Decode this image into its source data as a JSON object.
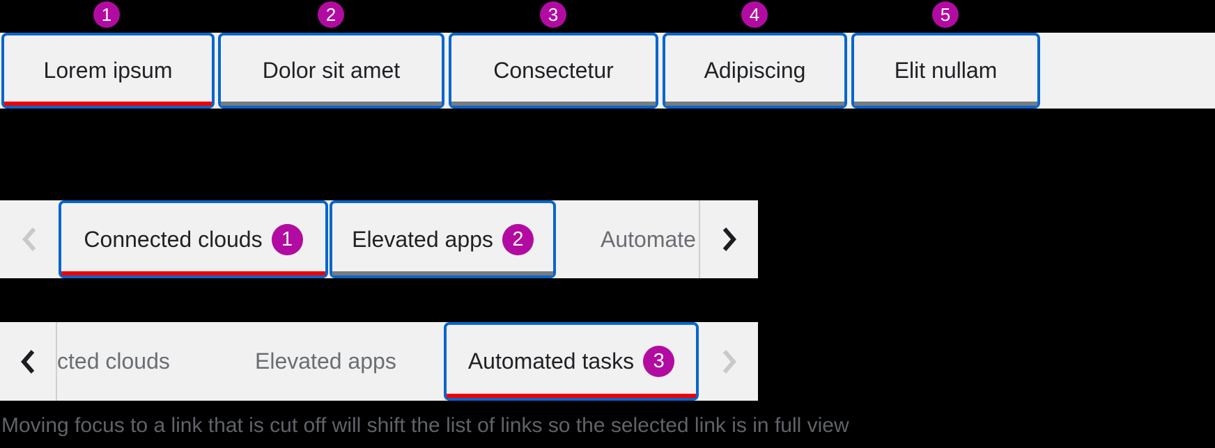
{
  "colors": {
    "background": "#000000",
    "bar_background": "#f1f1f1",
    "focus_ring_blue": "#0666cc",
    "selected_underline_red": "#ee0000",
    "default_underline_gray": "#787b7f",
    "annotation_badge_magenta": "#b20ba2",
    "label_dark": "#1f2124",
    "label_gray": "#6a6e73",
    "divider_gray": "#cfcfcf",
    "chevron_enabled": "#1b1d21",
    "chevron_disabled": "#c8c9cb",
    "caption_gray": "#606368"
  },
  "top_bar": {
    "tabs": [
      {
        "label": "Lorem ipsum",
        "badge": "1",
        "state": "selected-focused"
      },
      {
        "label": "Dolor sit amet",
        "badge": "2",
        "state": "focused"
      },
      {
        "label": "Consectetur",
        "badge": "3",
        "state": "focused"
      },
      {
        "label": "Adipiscing",
        "badge": "4",
        "state": "focused"
      },
      {
        "label": "Elit nullam",
        "badge": "5",
        "state": "focused"
      }
    ]
  },
  "overflow_bar_start": {
    "scroll_back_button": {
      "icon": "angle-left-icon",
      "disabled": true
    },
    "tabs": [
      {
        "label": "Connected clouds",
        "badge": "1",
        "state": "selected-focused"
      },
      {
        "label": "Elevated apps",
        "badge": "2",
        "state": "focused"
      },
      {
        "label": "Automated tasks",
        "visible_text": "Automate",
        "state": "cut-off"
      }
    ],
    "scroll_forward_button": {
      "icon": "angle-right-icon",
      "disabled": false
    }
  },
  "overflow_bar_end": {
    "scroll_back_button": {
      "icon": "angle-left-icon",
      "disabled": false
    },
    "tabs": [
      {
        "label": "Connected clouds",
        "visible_text": "cted clouds",
        "state": "cut-off"
      },
      {
        "label": "Elevated apps",
        "visible_text": "Elevated apps",
        "state": "default"
      },
      {
        "label": "Automated tasks",
        "badge": "3",
        "state": "selected-focused"
      }
    ],
    "scroll_forward_button": {
      "icon": "angle-right-icon",
      "disabled": true
    }
  },
  "caption": "Moving focus to a link that is cut off will shift the list of links so the selected link is in full view"
}
